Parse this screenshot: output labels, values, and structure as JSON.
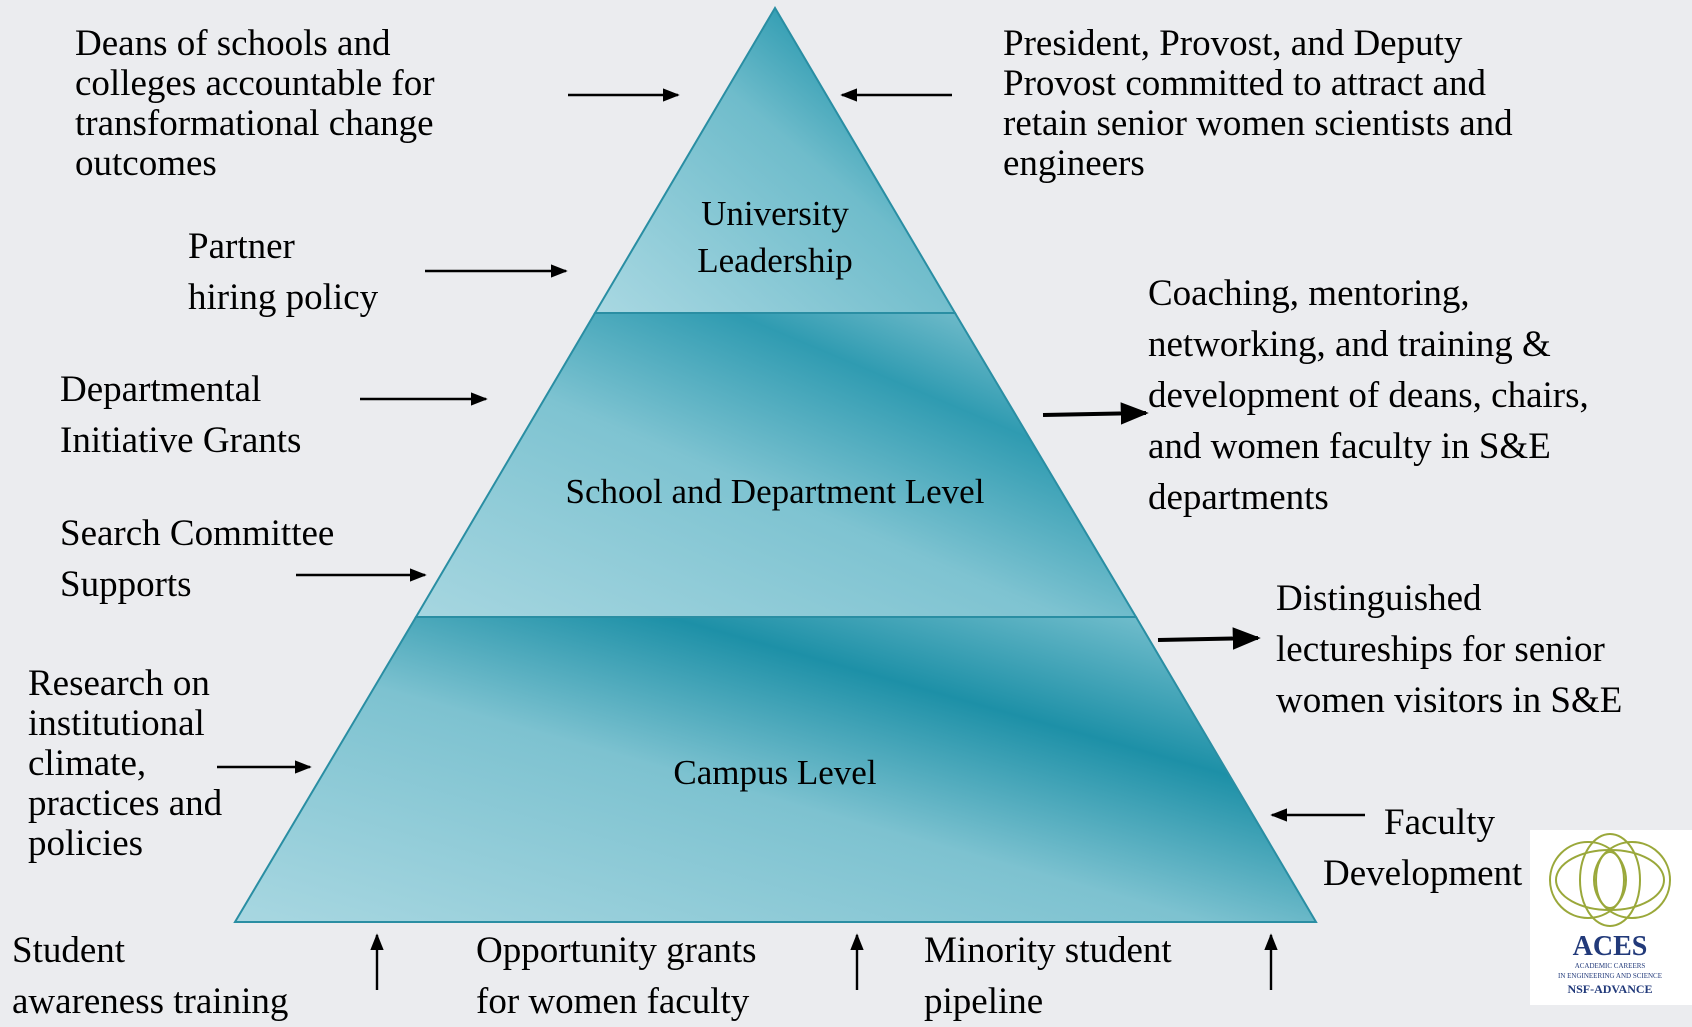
{
  "pyramid": {
    "levels": [
      {
        "id": "top",
        "lines": [
          "University",
          "Leadership"
        ]
      },
      {
        "id": "middle",
        "lines": [
          "School and Department Level"
        ]
      },
      {
        "id": "bottom",
        "lines": [
          "Campus Level"
        ]
      }
    ]
  },
  "annotations": {
    "deans": [
      "Deans of schools and",
      "colleges accountable for",
      "transformational change",
      "outcomes"
    ],
    "president": [
      "President, Provost, and Deputy",
      "Provost committed to attract and",
      "retain senior women scientists and",
      "engineers"
    ],
    "partner": [
      "Partner",
      "hiring policy"
    ],
    "departmental": [
      "Departmental",
      "Initiative Grants"
    ],
    "coaching": [
      "Coaching, mentoring,",
      "networking, and training &",
      "development of deans, chairs,",
      "and women faculty  in S&E",
      "departments"
    ],
    "search": [
      "Search Committee",
      "Supports"
    ],
    "distinguished": [
      "Distinguished",
      "lectureships for senior",
      "women visitors in S&E"
    ],
    "research": [
      "Research on",
      "institutional",
      "climate,",
      "practices and",
      "policies"
    ],
    "faculty_dev": [
      "Faculty",
      "Development"
    ],
    "student": [
      "Student",
      "awareness training"
    ],
    "opportunity": [
      "Opportunity grants",
      "for women faculty"
    ],
    "minority": [
      "Minority student",
      "pipeline"
    ]
  },
  "logo": {
    "name": "ACES",
    "line1": "ACADEMIC CAREERS",
    "line2": "IN ENGINEERING AND SCIENCE",
    "line3": "NSF-ADVANCE"
  },
  "colors": {
    "pyramid_light": "#9fd2dc",
    "pyramid_dark": "#1a8fa6",
    "pyramid_edge": "#2a8ea3",
    "logo_green": "#9aa83a",
    "logo_blue": "#223a7a"
  }
}
